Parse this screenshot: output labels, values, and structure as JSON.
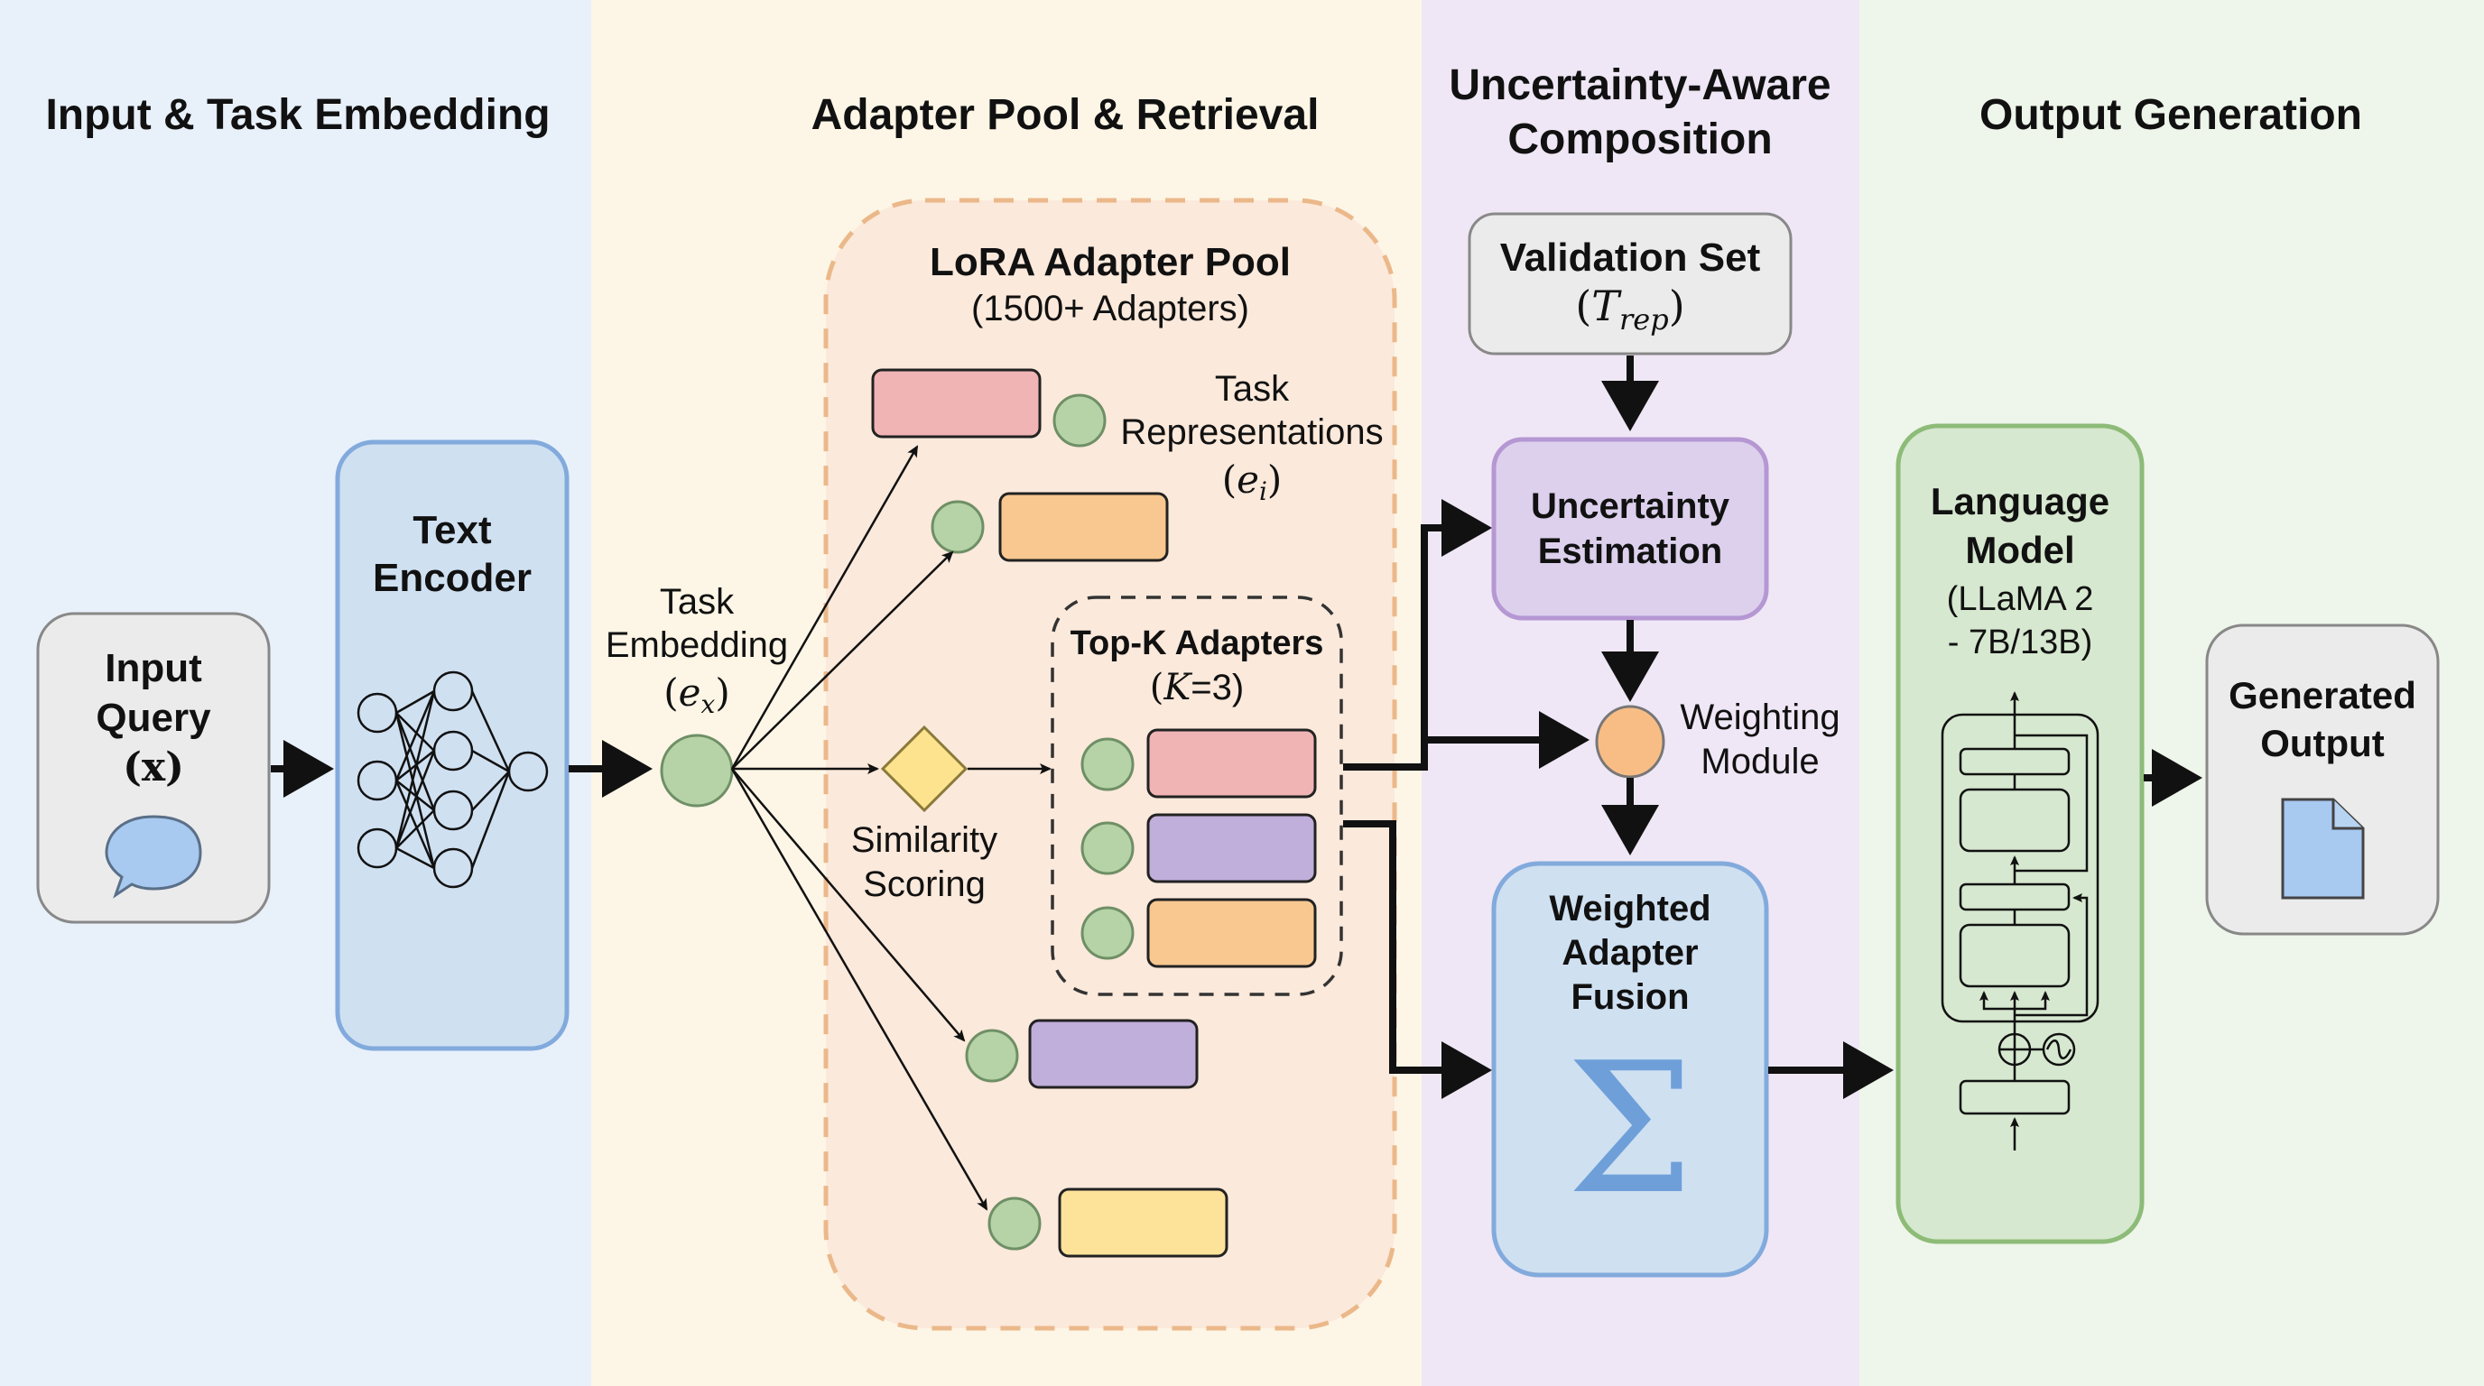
{
  "sections": [
    {
      "id": "input",
      "title": "Input & Task Embedding",
      "bg": "#e8f0fa"
    },
    {
      "id": "pool",
      "title": "Adapter Pool & Retrieval",
      "bg": "#fdf6e6"
    },
    {
      "id": "composition",
      "title_line1": "Uncertainty-Aware",
      "title_line2": "Composition",
      "bg": "#efe7f5"
    },
    {
      "id": "output",
      "title": "Output Generation",
      "bg": "#eef5ea"
    }
  ],
  "input_query": {
    "line1": "Input",
    "line2": "Query",
    "symbol": "(x)",
    "icon": "speech-bubble-icon"
  },
  "text_encoder": {
    "line1": "Text",
    "line2": "Encoder",
    "icon": "neural-network-icon"
  },
  "task_embedding": {
    "line1": "Task",
    "line2": "Embedding",
    "symbol_open": "(",
    "symbol_var": "e",
    "symbol_sub": "x",
    "symbol_close": ")"
  },
  "adapter_pool": {
    "title": "LoRA Adapter Pool",
    "subtitle": "(1500+ Adapters)",
    "task_repr_line1": "Task",
    "task_repr_line2": "Representations",
    "task_repr_var": "e",
    "task_repr_sub": "i",
    "adapters": [
      {
        "color": "#f0b4b4"
      },
      {
        "color": "#f8c890"
      },
      {
        "color": "#c0aedb"
      },
      {
        "color": "#fde39a"
      }
    ]
  },
  "similarity": {
    "line1": "Similarity",
    "line2": "Scoring"
  },
  "top_k": {
    "title": "Top-K Adapters",
    "param_var": "K",
    "param_value": "=3)",
    "adapters": [
      {
        "color": "#f0b4b4"
      },
      {
        "color": "#c0aedb"
      },
      {
        "color": "#f8c890"
      }
    ]
  },
  "validation_set": {
    "title": "Validation Set",
    "var": "T",
    "sub": "rep"
  },
  "uncertainty": {
    "line1": "Uncertainty",
    "line2": "Estimation"
  },
  "weighting": {
    "line1": "Weighting",
    "line2": "Module"
  },
  "fusion": {
    "line1": "Weighted",
    "line2": "Adapter",
    "line3": "Fusion",
    "symbol": "Σ"
  },
  "language_model": {
    "line1": "Language",
    "line2": "Model",
    "line3": "(LLaMA 2",
    "line4": "- 7B/13B)",
    "icon": "transformer-icon"
  },
  "generated_output": {
    "line1": "Generated",
    "line2": "Output",
    "icon": "document-icon"
  },
  "colors": {
    "green_node": "#b5d3a6",
    "green_stroke": "#6f8f66",
    "blue_box": "#cfe0f1",
    "blue_stroke": "#82aadc",
    "purple_box": "#dcd0ec",
    "purple_stroke": "#b597d3",
    "orange_node": "#f8bd85",
    "lm_box": "#d6e8cf",
    "lm_stroke": "#8dbb78",
    "gray_box": "#ececec",
    "gray_stroke": "#888888",
    "pool_fill": "#fbe9db",
    "pool_stroke": "#ebb88a",
    "diamond": "#fde38e",
    "sigma": "#6e9fd9",
    "doc": "#a8c9f0"
  }
}
